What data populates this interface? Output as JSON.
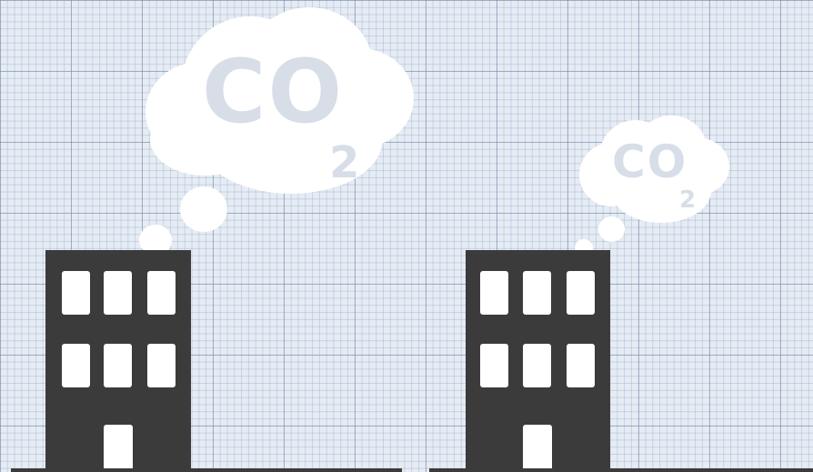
{
  "labels": {
    "large_cloud_formula": "CO",
    "large_cloud_subscript": "2",
    "small_cloud_formula": "CO",
    "small_cloud_subscript": "2"
  },
  "colors": {
    "building": "#3b3b3b",
    "cloud": "#ffffff",
    "grid_background": "#e6ecf4",
    "co2_text": "#d7dee8"
  },
  "icons": [
    "building-icon",
    "cloud-icon",
    "smoke-puff-icon"
  ]
}
